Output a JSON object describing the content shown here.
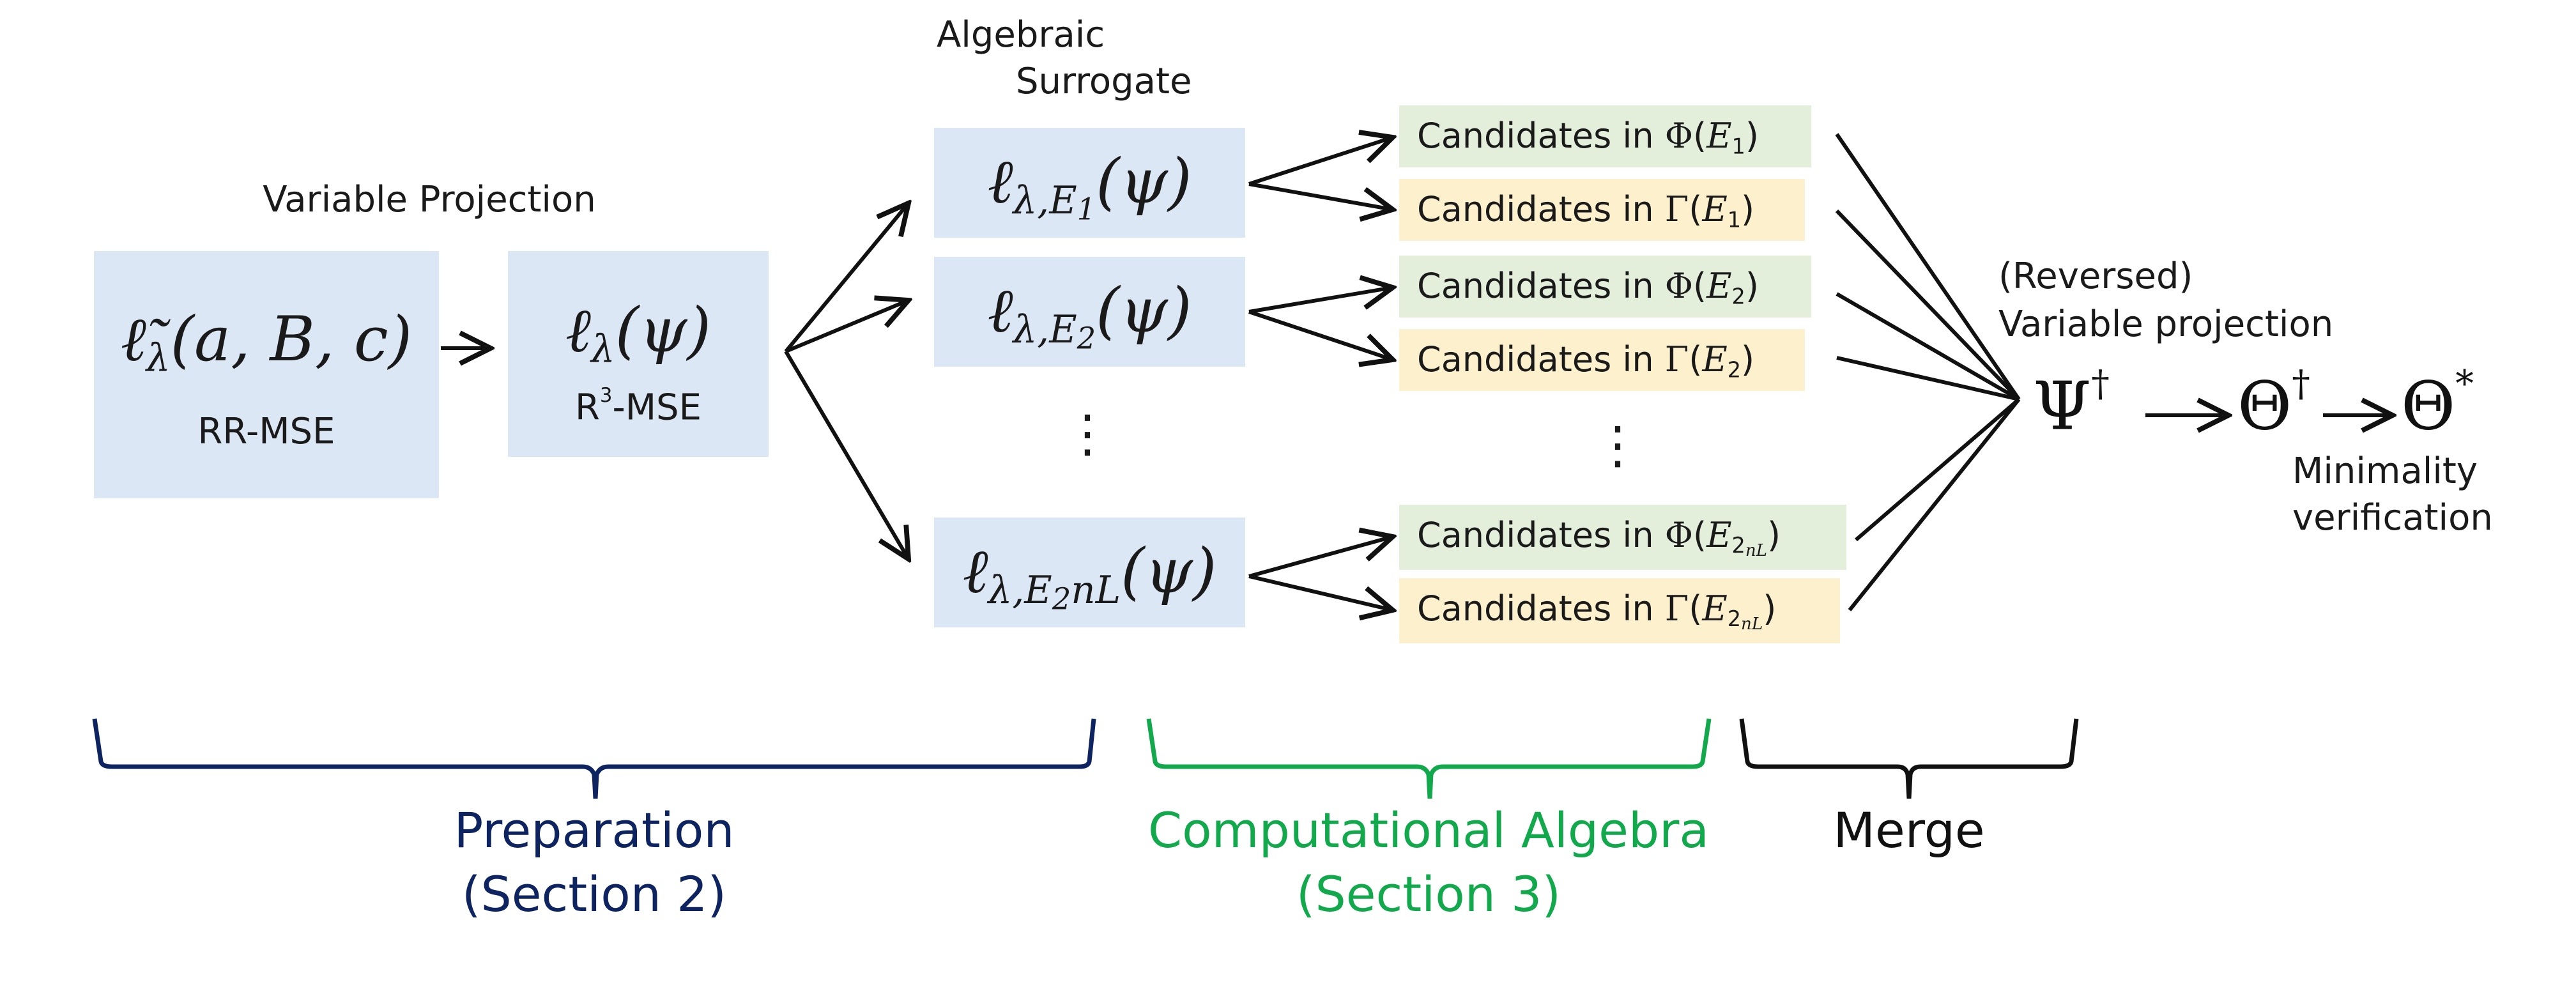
{
  "prep": {
    "heading": "Variable Projection",
    "rr_loss": "ℓ̃",
    "rr_sub": "λ",
    "rr_args": "(a, B, c)",
    "rr_label": "RR-MSE",
    "r3_loss": "ℓ",
    "r3_sub": "λ",
    "r3_args": "(ψ)",
    "r3_label_base": "R",
    "r3_label_sup": "3",
    "r3_label_tail": "-MSE"
  },
  "surrogate": {
    "heading_line1": "Algebraic",
    "heading_line2": "Surrogate",
    "rows": [
      {
        "loss": "ℓ",
        "sub_head": "λ,E",
        "sub_idx": "1",
        "sub_tail": "",
        "args": "(ψ)"
      },
      {
        "loss": "ℓ",
        "sub_head": "λ,E",
        "sub_idx": "2",
        "sub_tail": "",
        "args": "(ψ)"
      },
      {
        "loss": "ℓ",
        "sub_head": "λ,E",
        "sub_idx": "2",
        "sub_tail": "nL",
        "args": "(ψ)"
      }
    ],
    "vdots": "⋮"
  },
  "candidates": {
    "prefix": "Candidates in",
    "phi": "Φ",
    "gamma": "Γ",
    "E": "E",
    "items": [
      {
        "kind": "phi",
        "idx": "1",
        "tail": ""
      },
      {
        "kind": "gamma",
        "idx": "1",
        "tail": ""
      },
      {
        "kind": "phi",
        "idx": "2",
        "tail": ""
      },
      {
        "kind": "gamma",
        "idx": "2",
        "tail": ""
      },
      {
        "kind": "phi",
        "idx": "2",
        "tail": "nL"
      },
      {
        "kind": "gamma",
        "idx": "2",
        "tail": "nL"
      }
    ],
    "vdots": "⋮"
  },
  "merge_stage": {
    "heading_line1": "(Reversed)",
    "heading_line2": "Variable projection",
    "psi": "Ψ",
    "theta1": "Θ",
    "theta2": "Θ",
    "dagger": "†",
    "star": "*",
    "verify_line1": "Minimality",
    "verify_line2": "verification"
  },
  "sections": [
    {
      "name_line1": "Preparation",
      "name_line2": "(Section 2)",
      "color": "#0d2461"
    },
    {
      "name_line1": "Computational Algebra",
      "name_line2": "(Section 3)",
      "color": "#12a84c"
    },
    {
      "name_line1": "Merge",
      "name_line2": "",
      "color": "#111111"
    }
  ],
  "colors": {
    "box_blue": "#dbe7f4",
    "box_green": "#e3eedb",
    "box_yellow": "#fdf0cc",
    "arrow": "#111111"
  }
}
